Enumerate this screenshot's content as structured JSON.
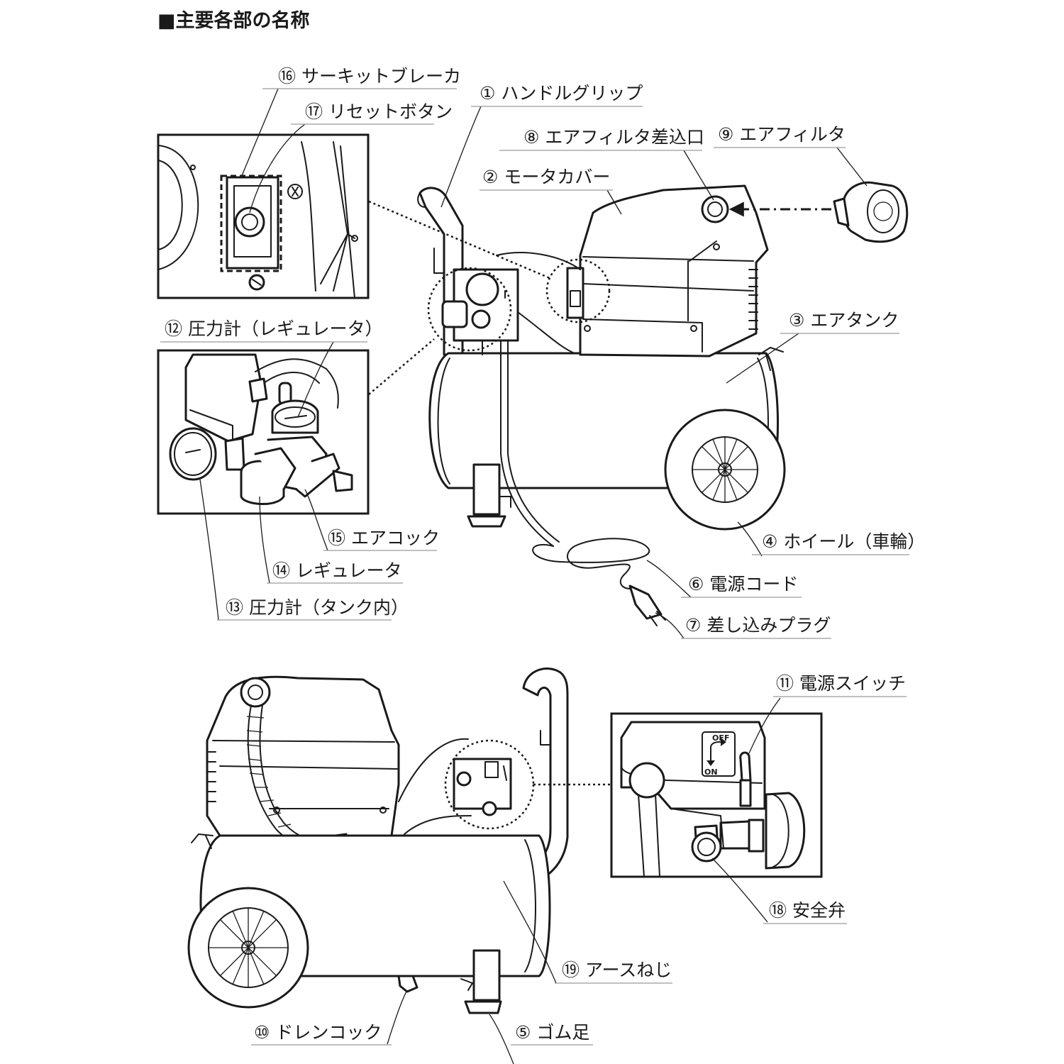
{
  "title": "■主要各部の名称",
  "parts": {
    "p1": "① ハンドルグリップ",
    "p2": "② モータカバー",
    "p3": "③ エアタンク",
    "p4": "④ ホイール（車輪）",
    "p5": "⑤ ゴム足",
    "p6": "⑥ 電源コード",
    "p7": "⑦ 差し込みプラグ",
    "p8": "⑧ エアフィルタ差込口",
    "p9": "⑨ エアフィルタ",
    "p10": "⑩ ドレンコック",
    "p11": "⑪ 電源スイッチ",
    "p12": "⑫ 圧力計（レギュレータ）",
    "p13": "⑬ 圧力計（タンク内）",
    "p14": "⑭ レギュレータ",
    "p15": "⑮ エアコック",
    "p16": "⑯ サーキットブレーカ",
    "p17": "⑰ リセットボタン",
    "p18": "⑱ 安全弁",
    "p19": "⑲ アースねじ"
  },
  "switch_marks": {
    "off": "OFF",
    "on": "ON"
  }
}
